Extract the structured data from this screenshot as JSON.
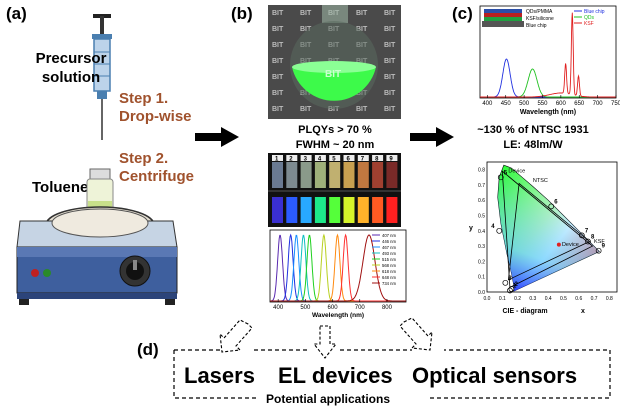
{
  "panels": {
    "a": {
      "label": "(a)",
      "precursor": [
        "Precursor",
        "solution"
      ],
      "step1": [
        "Step 1.",
        "Drop-wise"
      ],
      "step2": [
        "Step 2.",
        "Centrifuge"
      ],
      "toluene": "Toluene"
    },
    "b": {
      "label": "(b)",
      "flask_text": "BIT",
      "plqy": "PLQYs > 70 %",
      "fwhm": "FWHM ~ 20 nm",
      "vial_numbers": [
        "1",
        "2",
        "3",
        "4",
        "5",
        "6",
        "7",
        "8",
        "9"
      ],
      "vial_colors_day": [
        "#6a7a92",
        "#7d8a90",
        "#8a9a8a",
        "#9fb07a",
        "#c0b070",
        "#c8a050",
        "#c07840",
        "#a04030",
        "#7a2a28"
      ],
      "vial_colors_uv": [
        "#3a2fd0",
        "#2b5bff",
        "#28a9ff",
        "#1de98a",
        "#55ff3a",
        "#d6f42a",
        "#ffb22a",
        "#ff5a22",
        "#ff2020"
      ],
      "legend": [
        "407 nm",
        "446 nm",
        "467 nm",
        "493 nm",
        "515 nm",
        "568 nm",
        "618 nm",
        "648 nm",
        "734 nm"
      ],
      "x_label": "Wavelength (nm)",
      "x_ticks": [
        "400",
        "500",
        "600",
        "700",
        "800"
      ]
    },
    "c": {
      "label": "(c)",
      "device_labels": [
        "QDs/PMMA",
        "KSF/silicone",
        "Blue chip"
      ],
      "legend": [
        "Blue chip",
        "QDs",
        "KSF"
      ],
      "x_label": "Wavelength (nm)",
      "x_ticks": [
        "400",
        "450",
        "500",
        "550",
        "600",
        "650",
        "700",
        "750"
      ],
      "ntsc": "~130 % of NTSC 1931",
      "le": "LE: 48lm/W",
      "cie_title": "CIE - diagram",
      "cie_x": "x",
      "cie_y": "y",
      "cie_labels": [
        "Device",
        "NTSC",
        "Device",
        "KSF"
      ],
      "cie_points": [
        "1",
        "2",
        "3",
        "4",
        "5",
        "6",
        "7",
        "8",
        "9"
      ],
      "cie_xticks": [
        "0.0",
        "0.1",
        "0.2",
        "0.3",
        "0.4",
        "0.5",
        "0.6",
        "0.7",
        "0.8"
      ],
      "cie_yticks": [
        "0.0",
        "0.1",
        "0.2",
        "0.3",
        "0.4",
        "0.5",
        "0.6",
        "0.7",
        "0.8"
      ]
    },
    "d": {
      "label": "(d)",
      "apps": [
        "Lasers",
        "EL devices",
        "Optical sensors"
      ],
      "footer": "Potential applications"
    }
  },
  "colors": {
    "step": "#a0522d",
    "arrow": "#000000"
  },
  "icons": [
    "syringe-icon",
    "stirrer-icon",
    "vial-icon",
    "flask-icon",
    "arrow-right-icon",
    "dashed-arrow-icon"
  ]
}
